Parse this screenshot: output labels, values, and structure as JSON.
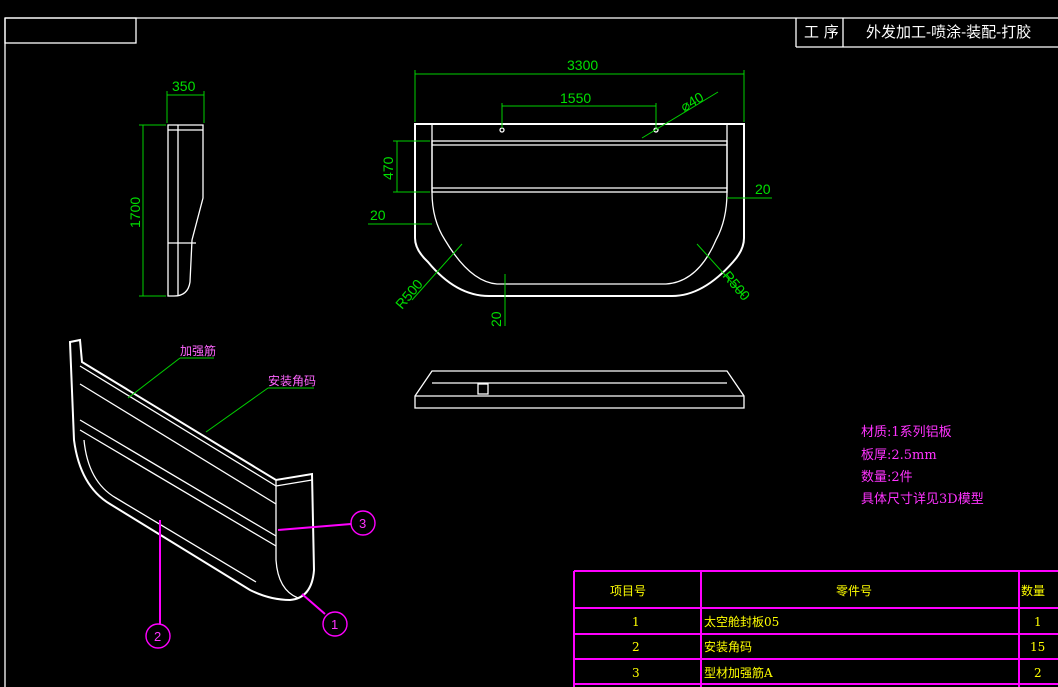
{
  "title_block": {
    "process_label": "工 序",
    "process_value": "外发加工-喷涂-装配-打胶"
  },
  "dimensions": {
    "side_width": "350",
    "side_height": "1700",
    "front_width": "3300",
    "hole_spacing": "1550",
    "hole_diameter": "⌀40",
    "band_height": "470",
    "edge_right": "20",
    "edge_left": "20",
    "edge_bottom": "20",
    "radius_left": "R500",
    "radius_right": "R500"
  },
  "callouts": {
    "rib_label": "加强筋",
    "corner_label": "安装角码",
    "balloon_1": "1",
    "balloon_2": "2",
    "balloon_3": "3"
  },
  "notes": [
    "材质:1系列铝板",
    "板厚:2.5mm",
    "数量:2件",
    "具体尺寸详见3D模型"
  ],
  "bom": {
    "headers": [
      "项目号",
      "零件号",
      "数量"
    ],
    "rows": [
      {
        "item": "1",
        "part": "太空舱封板05",
        "qty": "1"
      },
      {
        "item": "2",
        "part": "安装角码",
        "qty": "15"
      },
      {
        "item": "3",
        "part": "型材加强筋A",
        "qty": "2"
      }
    ]
  },
  "colors": {
    "background": "#000000",
    "geometry": "#ffffff",
    "dimension": "#00d000",
    "annotation": "#ff00ff",
    "note_text": "#ff33ff",
    "table_text": "#ffff00"
  }
}
